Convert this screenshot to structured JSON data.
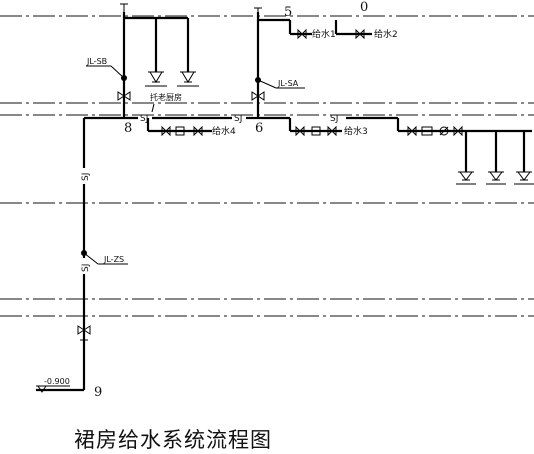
{
  "title": "裙房给水系统流程图",
  "labels": {
    "jl_sb": "JL-SB",
    "jl_sa": "JL-SA",
    "jl_zs": "JL-ZS",
    "sj_main": "SJ",
    "sj_left": "SJ",
    "sj_right": "SJ",
    "sj_vert_upper": "SJ",
    "sj_vert_lower": "SJ",
    "kitchen": "托老厨房",
    "supply_1": "给水1",
    "supply_2": "给水2",
    "supply_3": "给水3",
    "supply_4": "给水4",
    "elevation": "-0.900"
  },
  "axis_numbers": {
    "n0": "0",
    "n5": "5",
    "n6": "6",
    "n8": "8",
    "n9": "9"
  }
}
